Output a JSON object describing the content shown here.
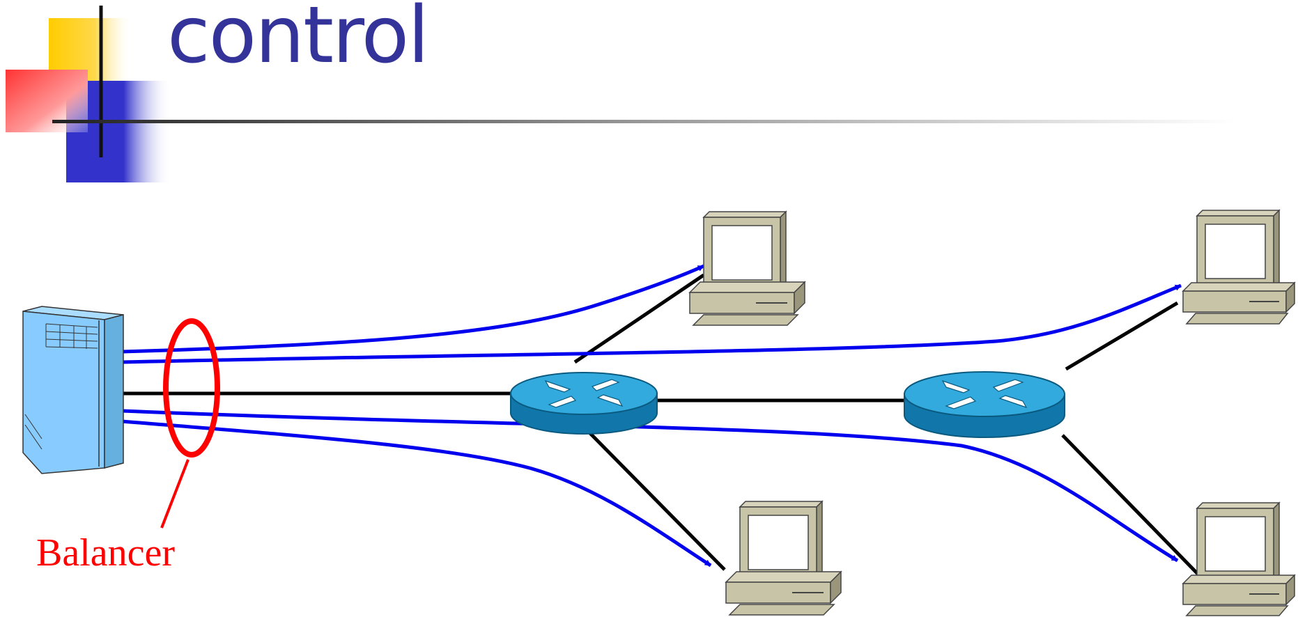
{
  "slide": {
    "title": "control"
  },
  "diagram": {
    "balancer_label": "Balancer",
    "colors": {
      "title": "#333399",
      "flow": "#0000ee",
      "link": "#000000",
      "balancer": "#ff0000",
      "server": "#88ccff",
      "router": "#1188bb",
      "computer": "#c8c4a8"
    },
    "nodes": [
      {
        "id": "server",
        "icon": "server-tower-icon"
      },
      {
        "id": "router-1",
        "icon": "router-icon"
      },
      {
        "id": "router-2",
        "icon": "router-icon"
      },
      {
        "id": "pc-top-middle",
        "icon": "computer-icon"
      },
      {
        "id": "pc-bottom-middle",
        "icon": "computer-icon"
      },
      {
        "id": "pc-top-right",
        "icon": "computer-icon"
      },
      {
        "id": "pc-bottom-right",
        "icon": "computer-icon"
      }
    ]
  }
}
